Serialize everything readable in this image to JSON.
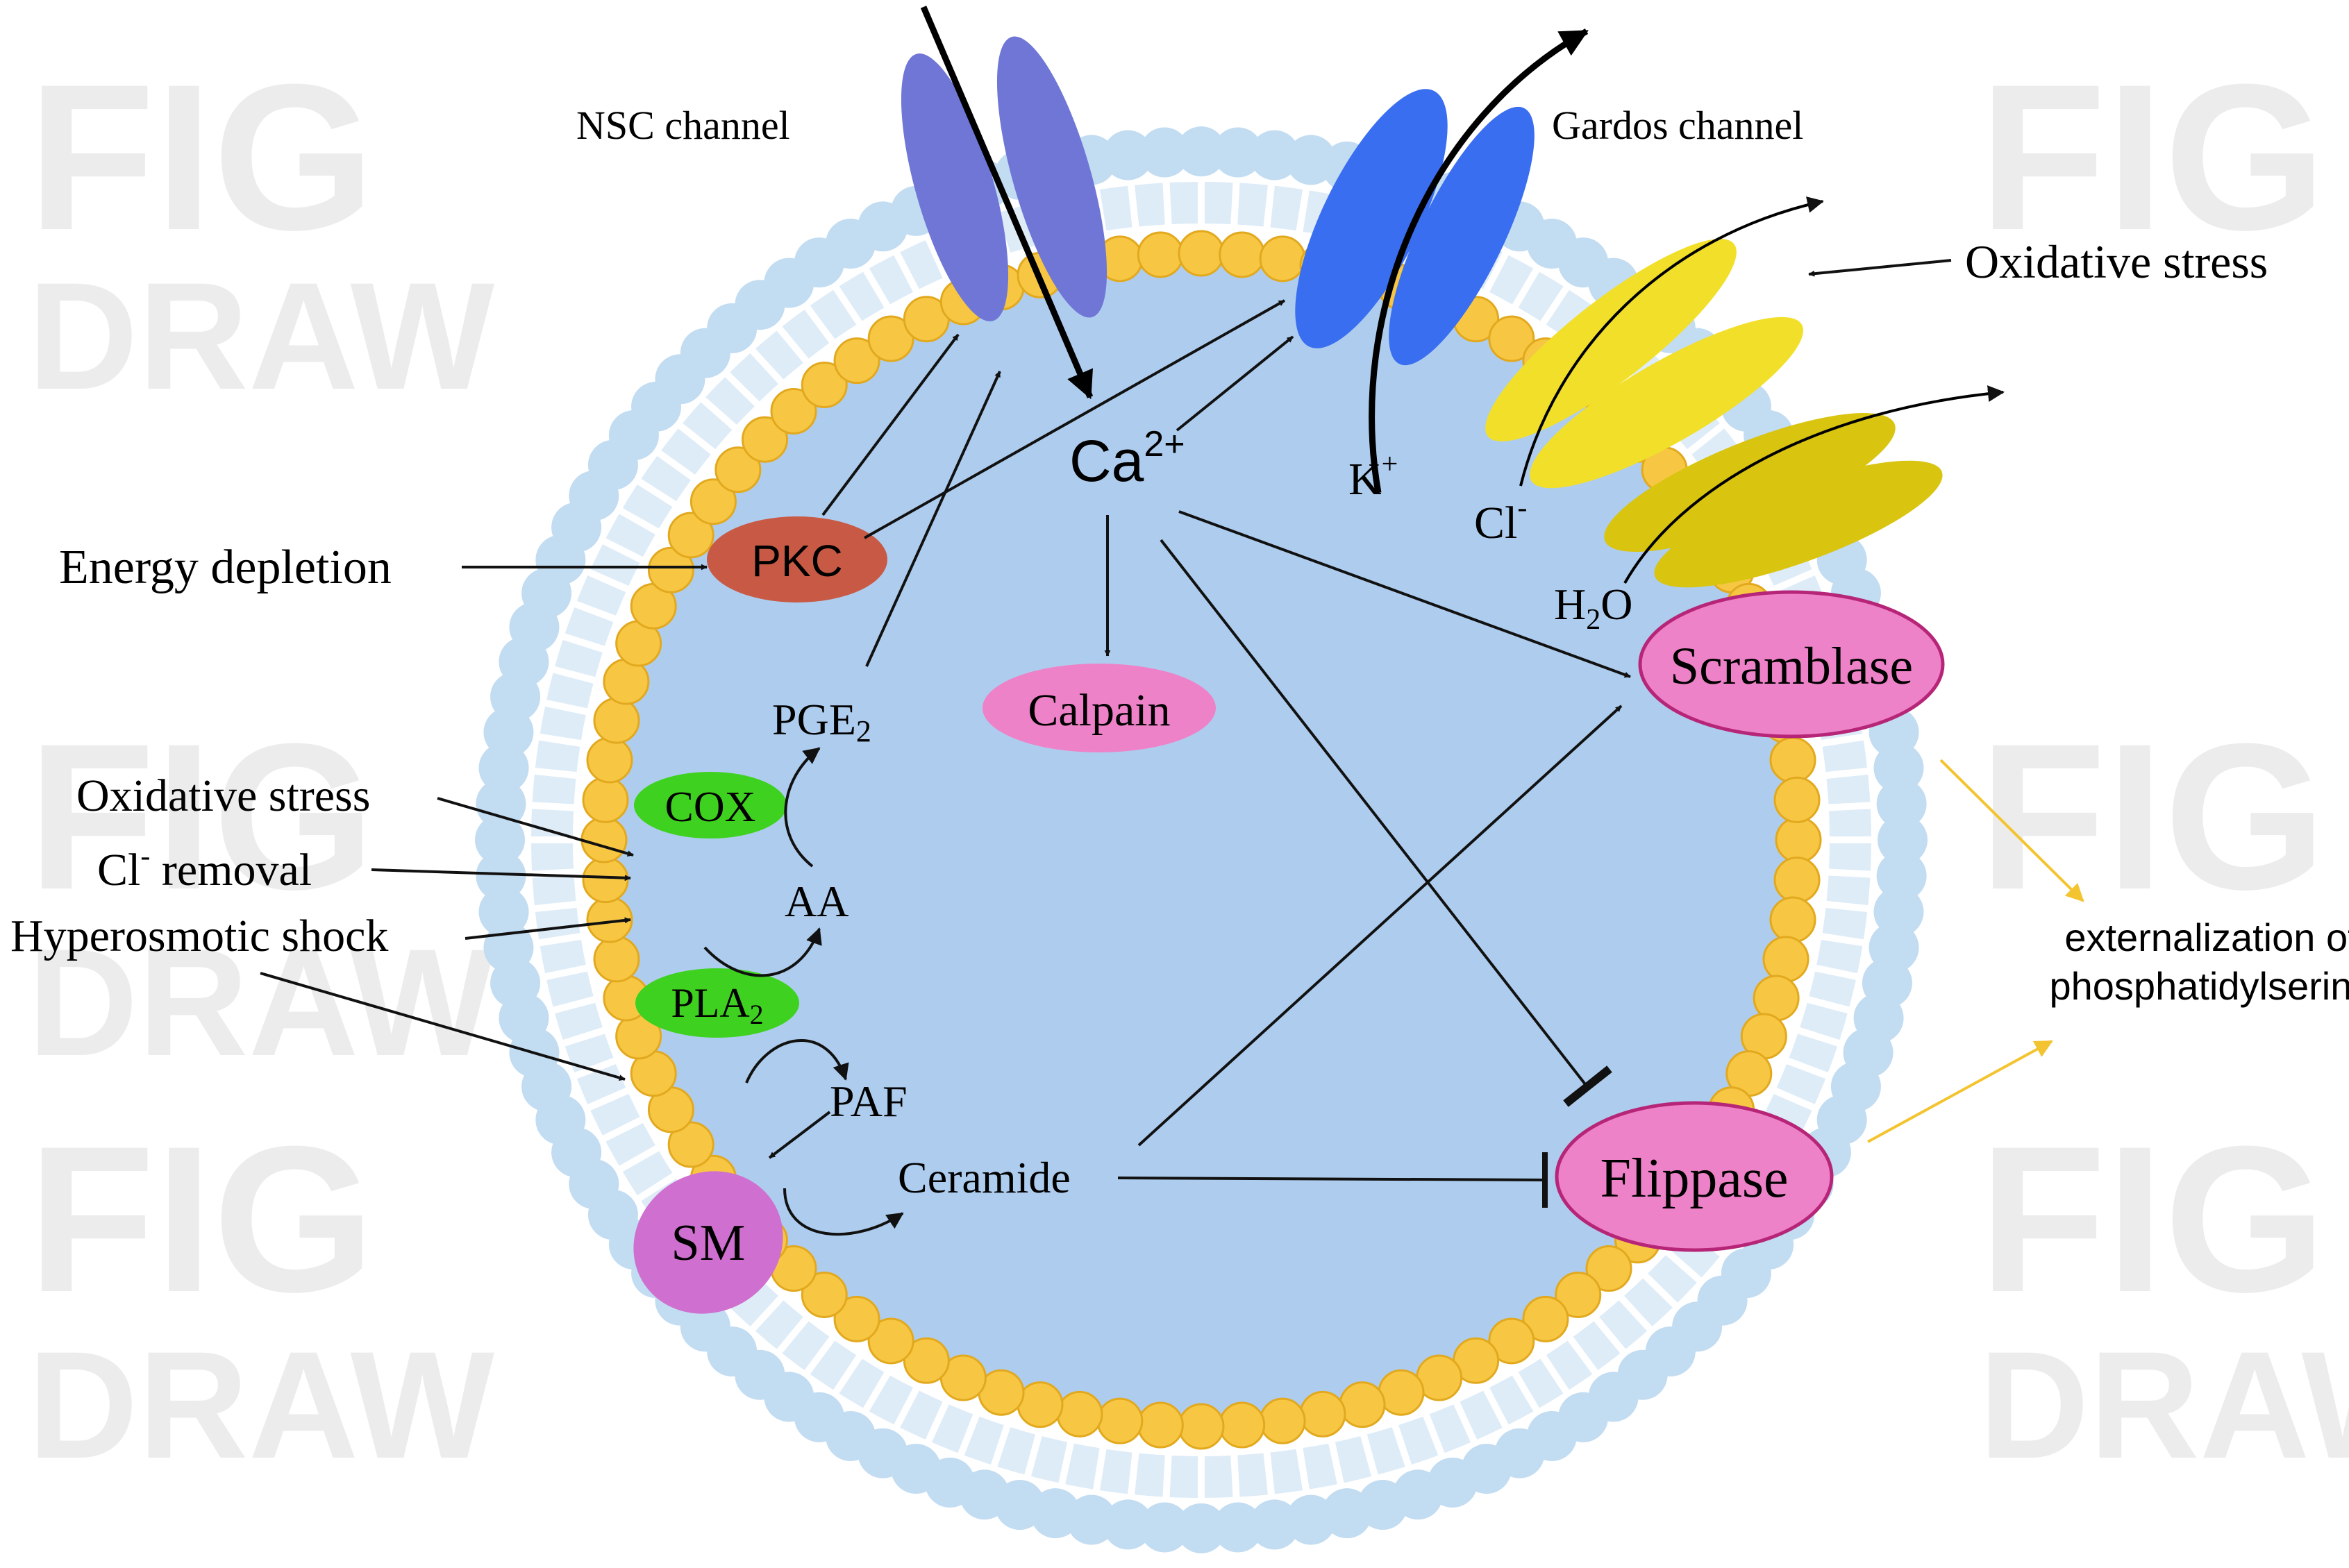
{
  "watermark": {
    "line1": "FIG",
    "line2": "DRAW"
  },
  "channels": {
    "nsc": "NSC channel",
    "gardos": "Gardos channel"
  },
  "ions": {
    "ca": "Ca",
    "ca_sup": "2+",
    "k": "K",
    "k_sup": "+",
    "cl": "Cl",
    "cl_sup": "-",
    "h2o_h": "H",
    "h2o_sub": "2",
    "h2o_o": "O"
  },
  "enzymes": {
    "pkc": "PKC",
    "calpain": "Calpain",
    "cox": "COX",
    "pla2": "PLA",
    "pla2_sub": "2",
    "sm": "SM",
    "scramblase": "Scramblase",
    "flippase": "Flippase"
  },
  "metabolites": {
    "pge2": "PGE",
    "pge2_sub": "2",
    "aa": "AA",
    "paf": "PAF",
    "ceramide": "Ceramide"
  },
  "stimuli": {
    "oxidative_stress_top": "Oxidative stress",
    "energy_depletion": "Energy depletion",
    "oxidative_stress_left": "Oxidative stress",
    "cl_removal_cl": "Cl",
    "cl_removal_sup": "-",
    "cl_removal_rest": " removal",
    "hyperosmotic_shock": "Hyperosmotic shock"
  },
  "outcome": {
    "line1": "externalization of",
    "line2": "phosphatidylserine"
  },
  "colors": {
    "cytoplasm": "#aecdee",
    "lipid_head_outer": "#c2dcf2",
    "lipid_head_inner": "#f7c744",
    "nsc_channel": "#6f76d6",
    "gardos_channel": "#3a6ef0",
    "cl_channel": "#f1df2a",
    "pkc": "#c85a45",
    "pink_enzyme": "#ee82c8",
    "green_enzyme": "#3fd11f",
    "sm": "#cf6fcf",
    "ps_arrow": "#f4c430"
  }
}
